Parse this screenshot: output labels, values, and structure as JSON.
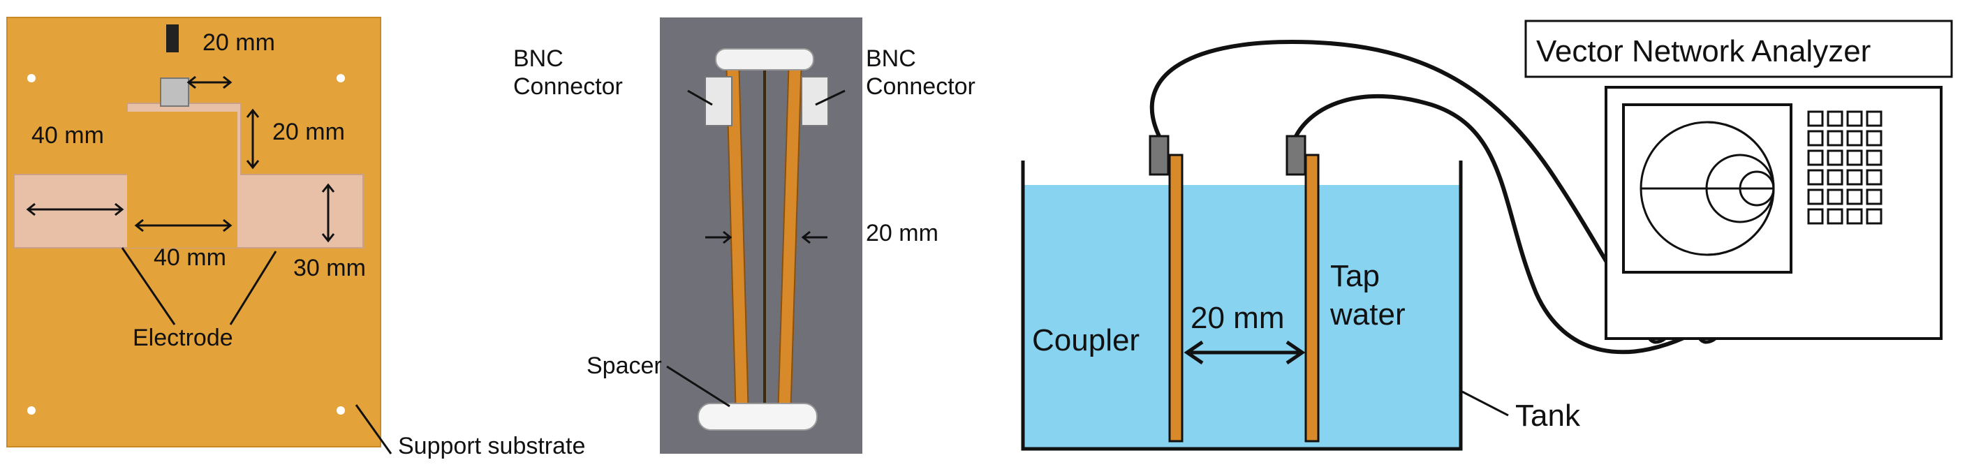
{
  "panel_a": {
    "dim_top_width": "20 mm",
    "dim_notch_depth": "20 mm",
    "dim_left_width": "40 mm",
    "dim_center_width": "40 mm",
    "dim_height": "30 mm",
    "electrode_label": "Electrode",
    "substrate_label": "Support substrate"
  },
  "panel_b": {
    "bnc_left_line1": "BNC",
    "bnc_left_line2": "Connector",
    "bnc_right_line1": "BNC",
    "bnc_right_line2": "Connector",
    "gap_label": "20 mm",
    "spacer_label": "Spacer"
  },
  "panel_c": {
    "vna_label": "Vector Network Analyzer",
    "coupler_label": "Coupler",
    "gap_label": "20 mm",
    "tap_line1": "Tap",
    "tap_line2": "water",
    "tank_label": "Tank"
  },
  "colors": {
    "substrate": "#e3a23a",
    "copper": "#e8c0a8",
    "water": "#87d3f0",
    "electrode_plate": "#d88a2a",
    "cable": "#111111",
    "photo_bg": "#6f7078"
  }
}
